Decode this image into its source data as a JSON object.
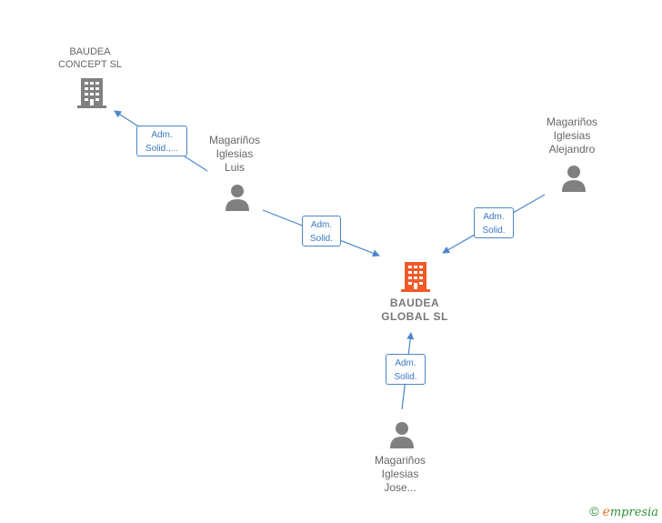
{
  "nodes": {
    "baudea_concept": {
      "label": "BAUDEA\nCONCEPT SL",
      "type": "company"
    },
    "baudea_global": {
      "label": "BAUDEA\nGLOBAL  SL",
      "type": "company-main"
    },
    "luis": {
      "label": "Magariños\nIglesias\nLuis",
      "type": "person"
    },
    "alejandro": {
      "label": "Magariños\nIglesias\nAlejandro",
      "type": "person"
    },
    "jose": {
      "label": "Magariños\nIglesias\nJose...",
      "type": "person"
    }
  },
  "relations": [
    {
      "from": "luis",
      "to": "baudea_concept",
      "label": "Adm.\nSolid.,..."
    },
    {
      "from": "luis",
      "to": "baudea_global",
      "label": "Adm.\nSolid."
    },
    {
      "from": "alejandro",
      "to": "baudea_global",
      "label": "Adm.\nSolid."
    },
    {
      "from": "jose",
      "to": "baudea_global",
      "label": "Adm.\nSolid."
    }
  ],
  "colors": {
    "edge": "#4a86c8",
    "company_icon": "#808080",
    "main_company_icon": "#f05a28",
    "person_icon": "#808080"
  },
  "icons": {
    "company": "building-icon",
    "person": "person-icon"
  },
  "footer": {
    "copyright_symbol": "©",
    "brand_initial": "e",
    "brand_rest": "mpresia"
  }
}
